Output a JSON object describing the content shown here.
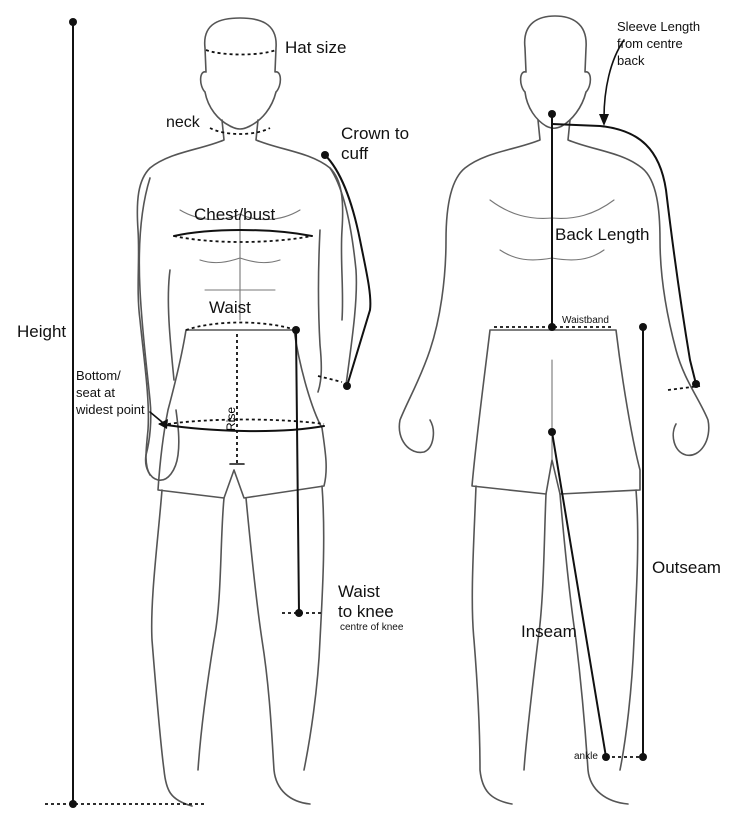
{
  "labels": {
    "hat_size": "Hat size",
    "neck": "neck",
    "crown_to_cuff": [
      "Crown to",
      "cuff"
    ],
    "chest_bust": "Chest/bust",
    "waist": "Waist",
    "height": "Height",
    "bottom_seat": [
      "Bottom/",
      "seat at",
      "widest point"
    ],
    "rise": "Rise",
    "waist_to_knee": [
      "Waist",
      "to knee"
    ],
    "centre_of_knee": "centre of knee",
    "sleeve_length": [
      "Sleeve Length",
      "from centre",
      "back"
    ],
    "back_length": "Back Length",
    "waistband": "Waistband",
    "outseam": "Outseam",
    "inseam": "Inseam",
    "ankle": "ankle"
  }
}
